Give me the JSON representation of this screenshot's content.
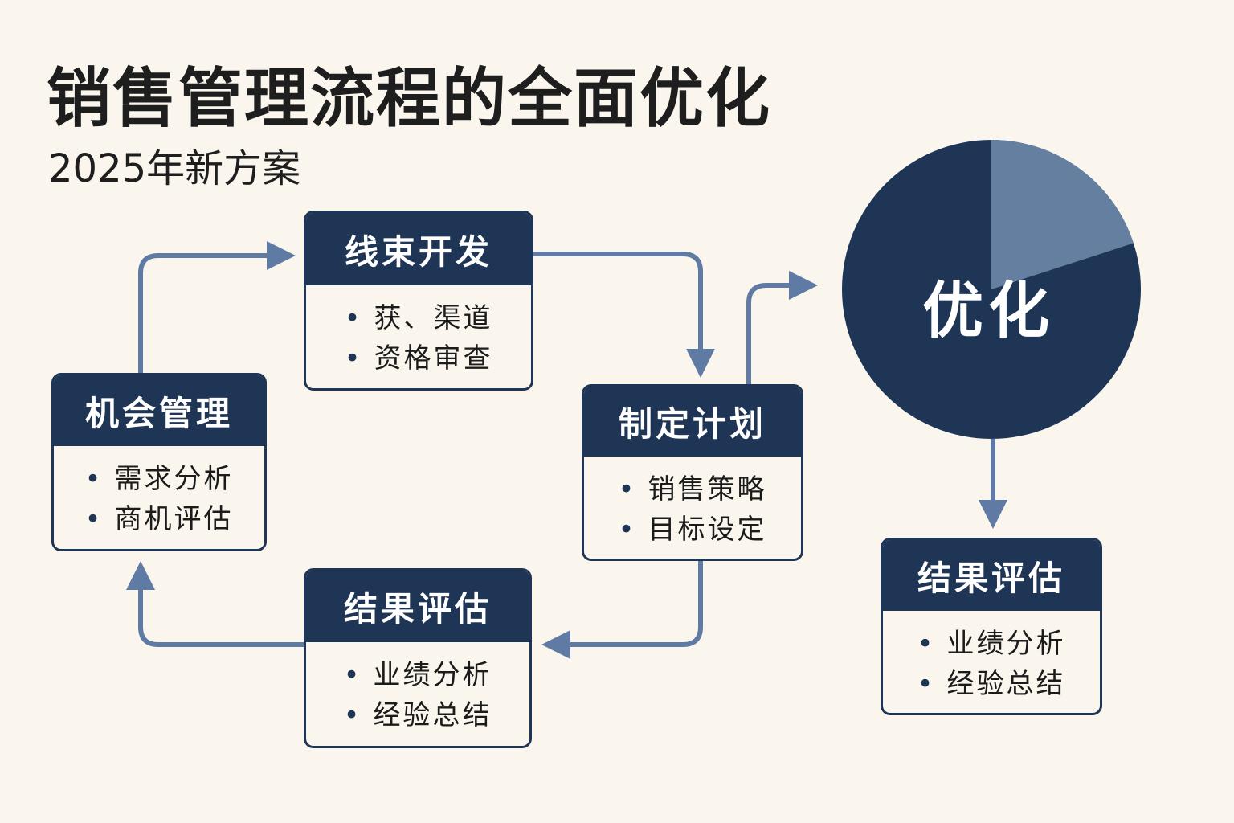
{
  "title": "销售管理流程的全面优化",
  "subtitle": "2025年新方案",
  "colors": {
    "navy": "#1f3556",
    "arrow": "#5f7aa3",
    "pie_slice": "#647f9f",
    "background": "#faf6ee"
  },
  "pie": {
    "label": "优化",
    "highlight_fraction": 0.2
  },
  "boxes": [
    {
      "title": "线束开发",
      "items": [
        "获、渠道",
        "资格审查"
      ]
    },
    {
      "title": "机会管理",
      "items": [
        "需求分析",
        "商机评估"
      ]
    },
    {
      "title": "制定计划",
      "items": [
        "销售策略",
        "目标设定"
      ]
    },
    {
      "title": "结果评估",
      "items": [
        "业绩分析",
        "经验总结"
      ]
    },
    {
      "title": "结果评估",
      "items": [
        "业绩分析",
        "经验总结"
      ]
    }
  ]
}
